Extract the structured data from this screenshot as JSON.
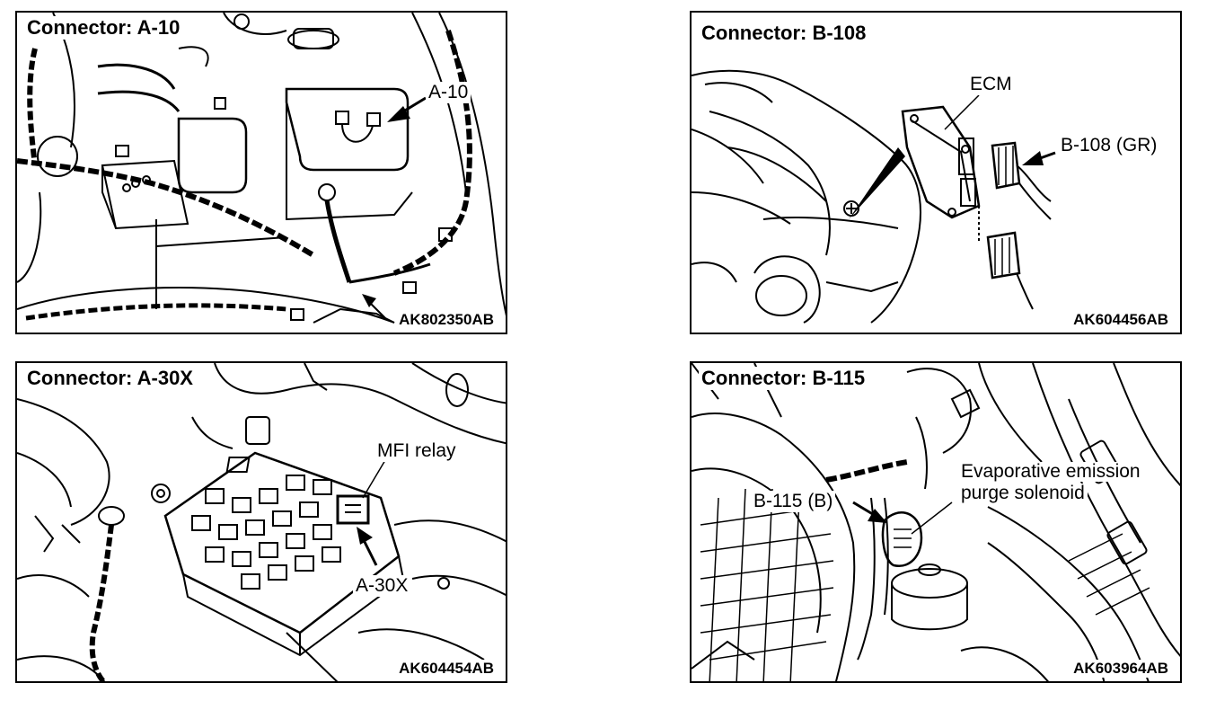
{
  "panels": [
    {
      "title": "Connector: A-10",
      "code": "AK802350AB",
      "callouts": [
        "A-10"
      ]
    },
    {
      "title": "Connector: B-108",
      "code": "AK604456AB",
      "callouts": [
        "ECM",
        "B-108 (GR)"
      ]
    },
    {
      "title": "Connector: A-30X",
      "code": "AK604454AB",
      "callouts": [
        "MFI relay",
        "A-30X"
      ]
    },
    {
      "title": "Connector: B-115",
      "code": "AK603964AB",
      "callouts": [
        "Evaporative emission",
        "purge solenoid",
        "B-115 (B)"
      ]
    }
  ]
}
